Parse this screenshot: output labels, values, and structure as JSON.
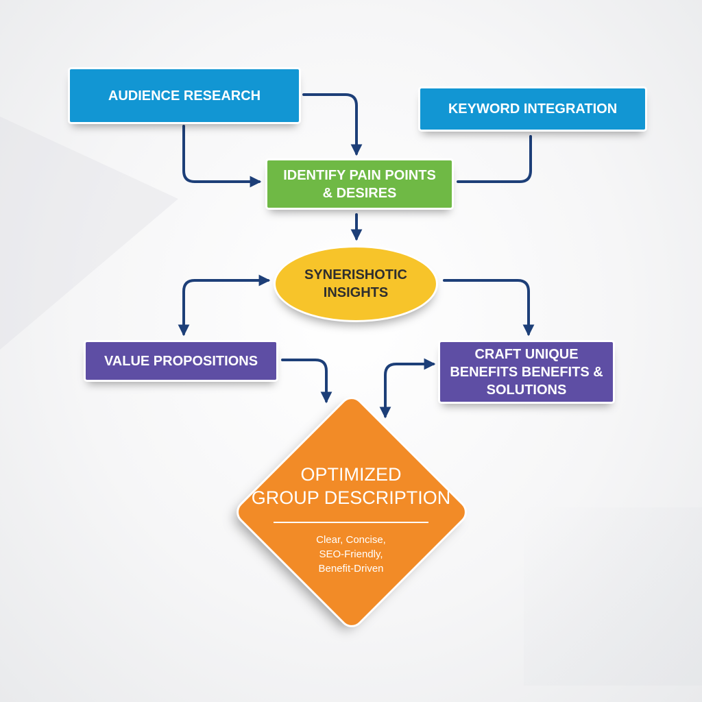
{
  "nodes": {
    "audience_research": "AUDIENCE RESEARCH",
    "keyword_integration": "KEYWORD INTEGRATION",
    "identify_pain_points": "IDENTIFY PAIN POINTS\n& DESIRES",
    "synerishotic_insights": "SYNERISHOTIC\nINSIGHTS",
    "value_propositions": "VALUE PROPOSITIONS",
    "craft_unique": "CRAFT UNIQUE\nBENEFITS BENEFITS &\nSOLUTIONS",
    "optimized": {
      "title": "OPTIMIZED\nGROUP DESCRIPTION",
      "subtitle": "Clear, Concise,\nSEO-Friendly,\nBenefit-Driven"
    }
  },
  "colors": {
    "blue": "#1296d3",
    "green": "#6fb945",
    "yellow": "#f7c42a",
    "purple": "#5e4ea4",
    "orange": "#f28b27",
    "connector": "#1d3f78"
  }
}
